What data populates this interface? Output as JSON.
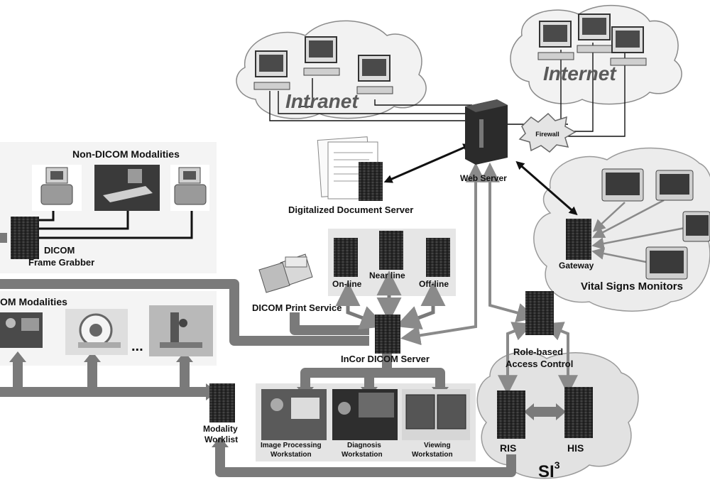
{
  "labels": {
    "intranet": "Intranet",
    "internet": "Internet",
    "firewall": "Firewall",
    "web_server": "Web Server",
    "digitalized_document_server": "Digitalized Document Server",
    "non_dicom_modalities": "Non-DICOM Modalities",
    "dicom_frame_grabber_line1": "DICOM",
    "dicom_frame_grabber_line2": "Frame Grabber",
    "dicom_modalities": "OM Modalities",
    "ellipsis": "...",
    "on_line": "On-line",
    "near_line": "Near line",
    "off_line": "Off-line",
    "dicom_print_service": "DICOM Print Service",
    "incor_dicom_server": "InCor DICOM Server",
    "gateway": "Gateway",
    "vital_signs_monitors": "Vital Signs Monitors",
    "role_based_line1": "Role-based",
    "role_based_line2": "Access Control",
    "modality_worklist_line1": "Modality",
    "modality_worklist_line2": "Worklist",
    "image_processing_line1": "Image Processing",
    "image_processing_line2": "Workstation",
    "diagnosis_line1": "Diagnosis",
    "diagnosis_line2": "Workstation",
    "viewing_line1": "Viewing",
    "viewing_line2": "Workstation",
    "ris": "RIS",
    "his": "HIS",
    "si3_base": "SI",
    "si3_sup": "3"
  },
  "colors": {
    "arrow_gray": "#7a7a7a",
    "server_dark": "#2f2f2f",
    "panel_light": "#ececec",
    "cloud_light": "#f0f0f0"
  }
}
